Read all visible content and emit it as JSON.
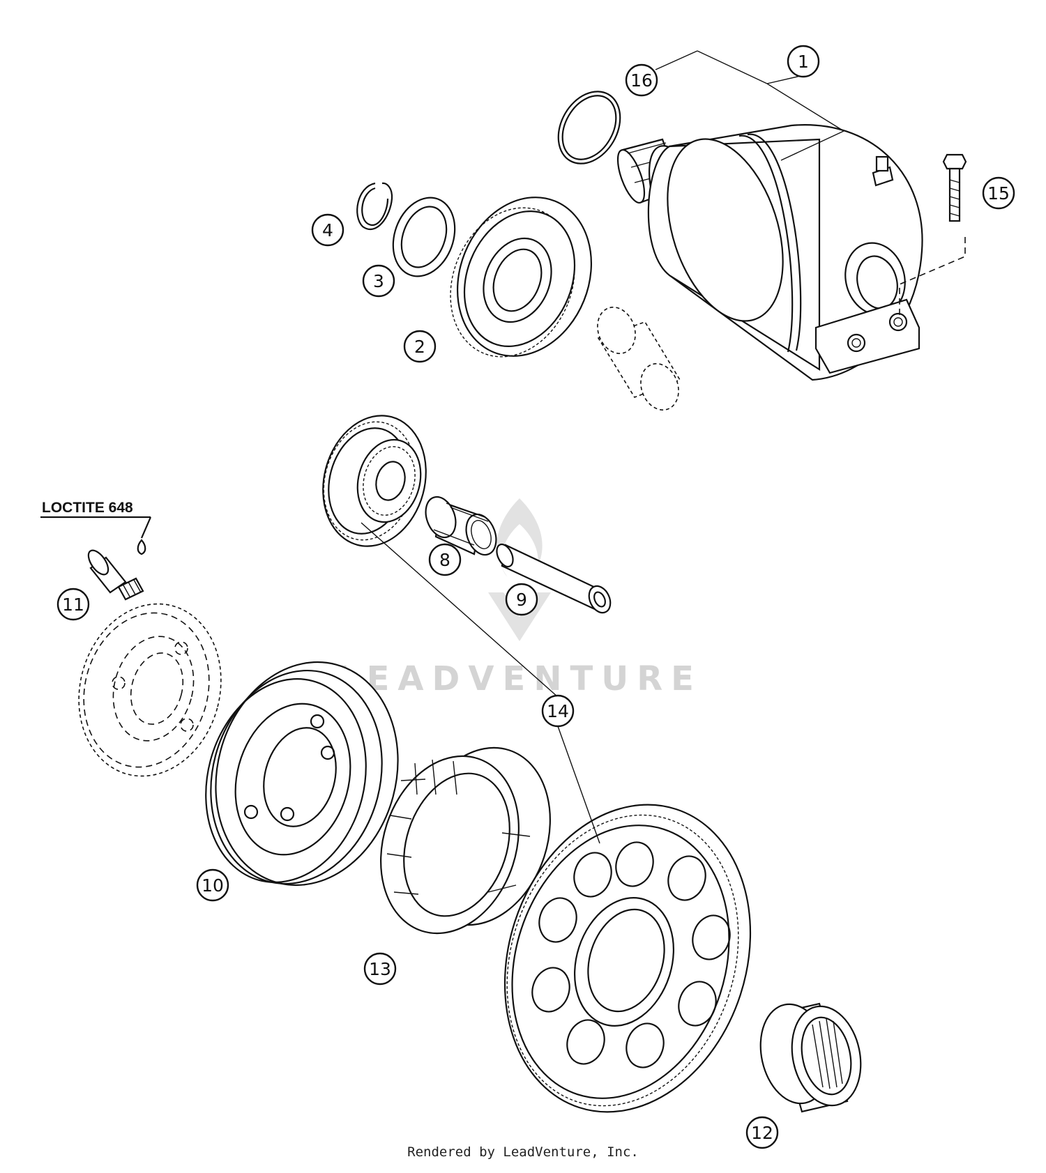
{
  "diagram": {
    "callouts": [
      "1",
      "2",
      "3",
      "4",
      "8",
      "9",
      "10",
      "11",
      "12",
      "13",
      "14",
      "15",
      "16"
    ],
    "loctite_label": "LOCTITE 648",
    "watermark": "LEADVENTURE",
    "footer": "Rendered by LeadVenture, Inc."
  }
}
